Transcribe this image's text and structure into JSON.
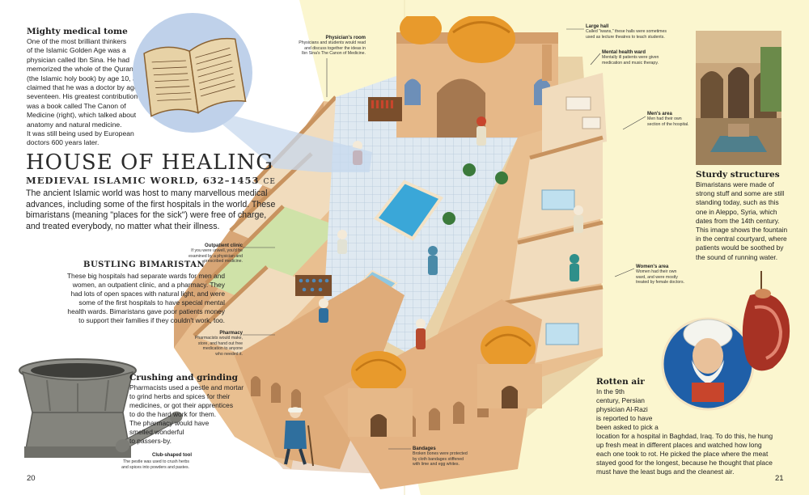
{
  "left": {
    "tome": {
      "title": "Mighty medical tome",
      "lines": [
        "One of the most brilliant thinkers",
        "of the Islamic Golden Age was a",
        "physician called Ibn Sina. He had",
        "memorized the whole of the Quran",
        "(the Islamic holy book) by age 10, and",
        "claimed that he was a doctor by age",
        "seventeen. His greatest contribution",
        "was a book called The Canon of",
        "Medicine (right), which talked about",
        "anatomy and natural medicine.",
        "It was still being used by European",
        "doctors 600 years later."
      ]
    },
    "main_title": "HOUSE OF HEALING",
    "subtitle": "MEDIEVAL ISLAMIC WORLD, 632–1453",
    "subtitle_era": "CE",
    "intro_lines": [
      "The ancient Islamic world was host to many marvellous medical",
      "advances, including some of the first hospitals in the world. These",
      "bimaristans (meaning \"places for the sick\") were free of charge,",
      "and treated everybody, no matter what their illness."
    ],
    "bustling": {
      "title": "BUSTLING BIMARISTAN",
      "lines": [
        "These big hospitals had separate wards for men and",
        "women, an outpatient clinic, and a pharmacy. They",
        "had lots of open spaces with natural light, and were",
        "some of the first hospitals to have special mental",
        "health wards. Bimaristans gave poor patients money",
        "to support their families if they couldn't work, too."
      ]
    },
    "crushing": {
      "title": "Crushing and grinding",
      "lines": [
        "Pharmacists used a pestle and mortar",
        "to grind herbs and spices for their",
        "medicines, or got their apprentices",
        "to do the hard work for them.",
        "The pharmacy would have",
        "smelled wonderful",
        "to passers-by."
      ]
    },
    "club": {
      "title": "Club-shaped tool",
      "lines": [
        "The pestle was used to crush herbs",
        "and spices into powders and pastes."
      ]
    },
    "page_number": "20"
  },
  "labels": {
    "physicians_room": {
      "title": "Physician's room",
      "lines": [
        "Physicians and students would read",
        "and discuss together the ideas in",
        "Ibn Sina's The Canon of Medicine."
      ]
    },
    "outpatient": {
      "title": "Outpatient clinic",
      "lines": [
        "If you were unwell, you'd be",
        "examined by a physician and",
        "prescribed medicine."
      ]
    },
    "pharmacy": {
      "title": "Pharmacy",
      "lines": [
        "Pharmacists would make,",
        "store, and hand out free",
        "medication to anyone",
        "who needed it."
      ]
    },
    "bandages": {
      "title": "Bandages",
      "lines": [
        "Broken bones were protected",
        "by cloth bandages stiffened",
        "with lime and egg whites."
      ]
    },
    "large_hall": {
      "title": "Large hall",
      "lines": [
        "Called \"iwans,\" these halls were sometimes",
        "used as lecture theatres to teach students."
      ]
    },
    "mental": {
      "title": "Mental health ward",
      "lines": [
        "Mentally ill patients were given",
        "medication and music therapy."
      ]
    },
    "mens": {
      "title": "Men's area",
      "lines": [
        "Men had their own",
        "section of the hospital."
      ]
    },
    "womens": {
      "title": "Women's area",
      "lines": [
        "Women had their own",
        "ward, and were mostly",
        "treated by female doctors."
      ]
    }
  },
  "right": {
    "sturdy": {
      "title": "Sturdy structures",
      "lines": [
        "Bimaristans were made of",
        "strong stuff and some are still",
        "standing today, such as this",
        "one in Aleppo, Syria, which",
        "dates from the 14th century.",
        "This image shows the fountain",
        "in the central courtyard, where",
        "patients would be soothed by",
        "the sound of running water."
      ]
    },
    "rotten": {
      "title": "Rotten air",
      "short_lines": [
        "In the 9th",
        "century, Persian",
        "physician Al-Razi",
        "is reported to have",
        "been asked to pick a"
      ],
      "long_lines": [
        "location for a hospital in Baghdad, Iraq. To do this, he hung",
        "up fresh meat in different places and watched how long",
        "each one took to rot. He picked the place where the meat",
        "stayed good for the longest, because he thought that place",
        "must have the least bugs and the cleanest air."
      ]
    },
    "page_number": "21"
  },
  "colors": {
    "bg_right": "#fbf6cf",
    "wall": "#e8b98a",
    "floor": "#d9e6ef",
    "dome": "#e89a2c",
    "frame": "#8fb3d6"
  }
}
